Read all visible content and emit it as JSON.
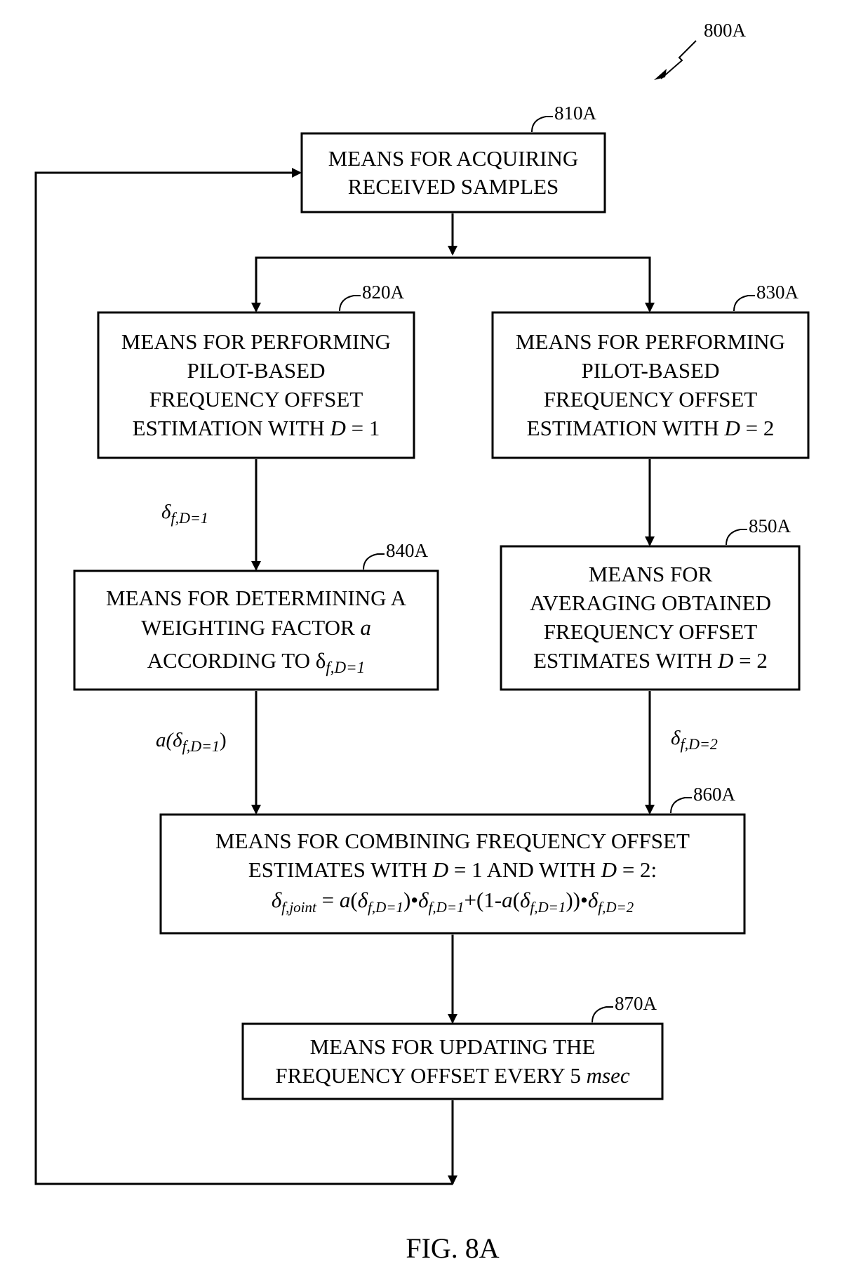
{
  "figure": {
    "ref": "800A",
    "caption": "FIG. 8A"
  },
  "boxes": {
    "b810": {
      "ref": "810A",
      "line1": "MEANS FOR ACQUIRING",
      "line2": "RECEIVED SAMPLES"
    },
    "b820": {
      "ref": "820A",
      "line1": "MEANS FOR PERFORMING",
      "line2": "PILOT-BASED",
      "line3": "FREQUENCY OFFSET",
      "line4_pre": "ESTIMATION WITH ",
      "d": "D",
      "line4_post": " = 1"
    },
    "b830": {
      "ref": "830A",
      "line1": "MEANS FOR PERFORMING",
      "line2": "PILOT-BASED",
      "line3": "FREQUENCY OFFSET",
      "line4_pre": "ESTIMATION WITH ",
      "d": "D",
      "line4_post": " = 2"
    },
    "b840": {
      "ref": "840A",
      "line1": "MEANS FOR DETERMINING A",
      "line2_pre": "WEIGHTING FACTOR ",
      "line2_a": "a",
      "line3_pre": "ACCORDING TO δ",
      "line3_sub": "f,D=1"
    },
    "b850": {
      "ref": "850A",
      "line1": "MEANS  FOR",
      "line2": "AVERAGING OBTAINED",
      "line3": "FREQUENCY OFFSET",
      "line4_pre": "ESTIMATES WITH ",
      "d": "D",
      "line4_post": " = 2"
    },
    "b860": {
      "ref": "860A",
      "line1": "MEANS FOR COMBINING FREQUENCY OFFSET",
      "line2_pre": "ESTIMATES WITH ",
      "d": "D",
      "line2_mid": " = 1 AND WITH ",
      "line2_post": " = 2:",
      "formula": {
        "delta": "δ",
        "joint_sub": "f,joint",
        "eq": " =  ",
        "a": "a",
        "open": "(",
        "sub1": "f,D=1",
        "close_dot": ")•",
        "plus": "+(1-",
        "close_close_dot": "))•",
        "sub2": "f,D=2"
      }
    },
    "b870": {
      "ref": "870A",
      "line1": "MEANS FOR UPDATING THE",
      "line2_pre": "FREQUENCY OFFSET EVERY 5 ",
      "line2_unit": "msec"
    }
  },
  "edges": {
    "e820_840": {
      "delta": "δ",
      "sub": "f,D=1"
    },
    "e840_860": {
      "a": "a",
      "open": "(δ",
      "sub": "f,D=1",
      "close": ")"
    },
    "e850_860": {
      "delta": "δ",
      "sub": "f,D=2"
    }
  }
}
